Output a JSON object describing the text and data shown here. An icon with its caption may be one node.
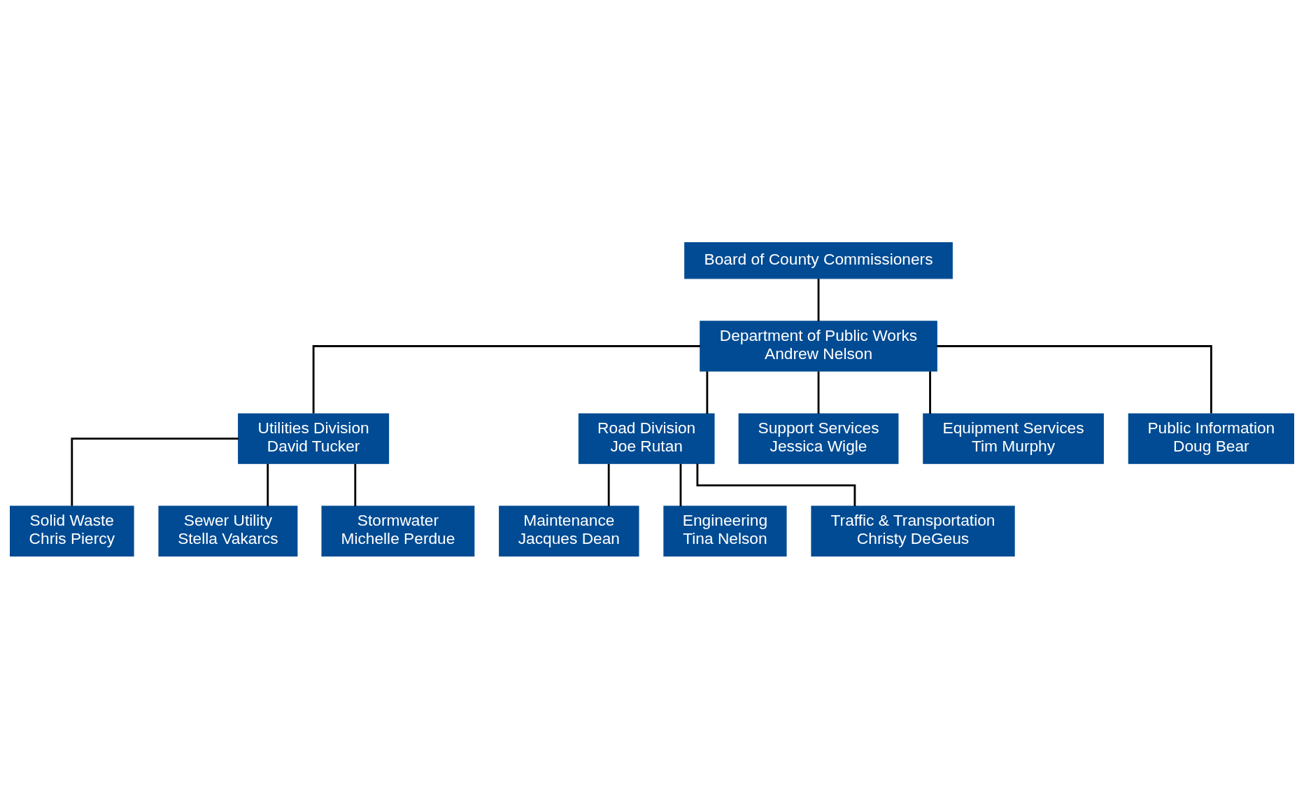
{
  "diagram": {
    "nodes": [
      {
        "text": [
          "Board of County Commissioners"
        ]
      },
      {
        "text": [
          "Department of Public Works",
          "Andrew Nelson"
        ]
      },
      {
        "text": [
          "Utilities Division",
          "David Tucker"
        ]
      },
      {
        "text": [
          "Road Division",
          "Joe Rutan"
        ]
      },
      {
        "text": [
          "Solid Waste",
          "Chris Piercy"
        ]
      },
      {
        "text": [
          "Sewer Utility",
          "Stella Vakarcs"
        ]
      },
      {
        "text": [
          "Stormwater",
          "Michelle Perdue"
        ]
      },
      {
        "text": [
          "Support Services",
          "Jessica Wigle"
        ]
      },
      {
        "text": [
          "Equipment Services",
          "Tim Murphy"
        ]
      },
      {
        "text": [
          "Public Information",
          "Doug Bear"
        ]
      },
      {
        "text": [
          "Maintenance",
          "Jacques Dean"
        ]
      },
      {
        "text": [
          "Engineering",
          "Tina Nelson"
        ]
      },
      {
        "text": [
          "Traffic & Transportation",
          "Christy DeGeus"
        ]
      }
    ],
    "edges": [
      {
        "from": 0,
        "to": 1,
        "arrow": "none"
      },
      {
        "from": 1,
        "to": 2,
        "arrow": "none"
      },
      {
        "from": 1,
        "to": 3,
        "arrow": "none"
      },
      {
        "from": 1,
        "to": 7,
        "arrow": "none"
      },
      {
        "from": 1,
        "to": 8,
        "arrow": "none"
      },
      {
        "from": 1,
        "to": 9,
        "arrow": "none"
      },
      {
        "from": 2,
        "to": 4,
        "arrow": "none"
      },
      {
        "from": 2,
        "to": 5,
        "arrow": "none"
      },
      {
        "from": 2,
        "to": 6,
        "arrow": "none"
      },
      {
        "from": 3,
        "to": 10,
        "arrow": "none"
      },
      {
        "from": 3,
        "to": 11,
        "arrow": "none"
      },
      {
        "from": 3,
        "to": 12,
        "arrow": "none"
      }
    ]
  }
}
